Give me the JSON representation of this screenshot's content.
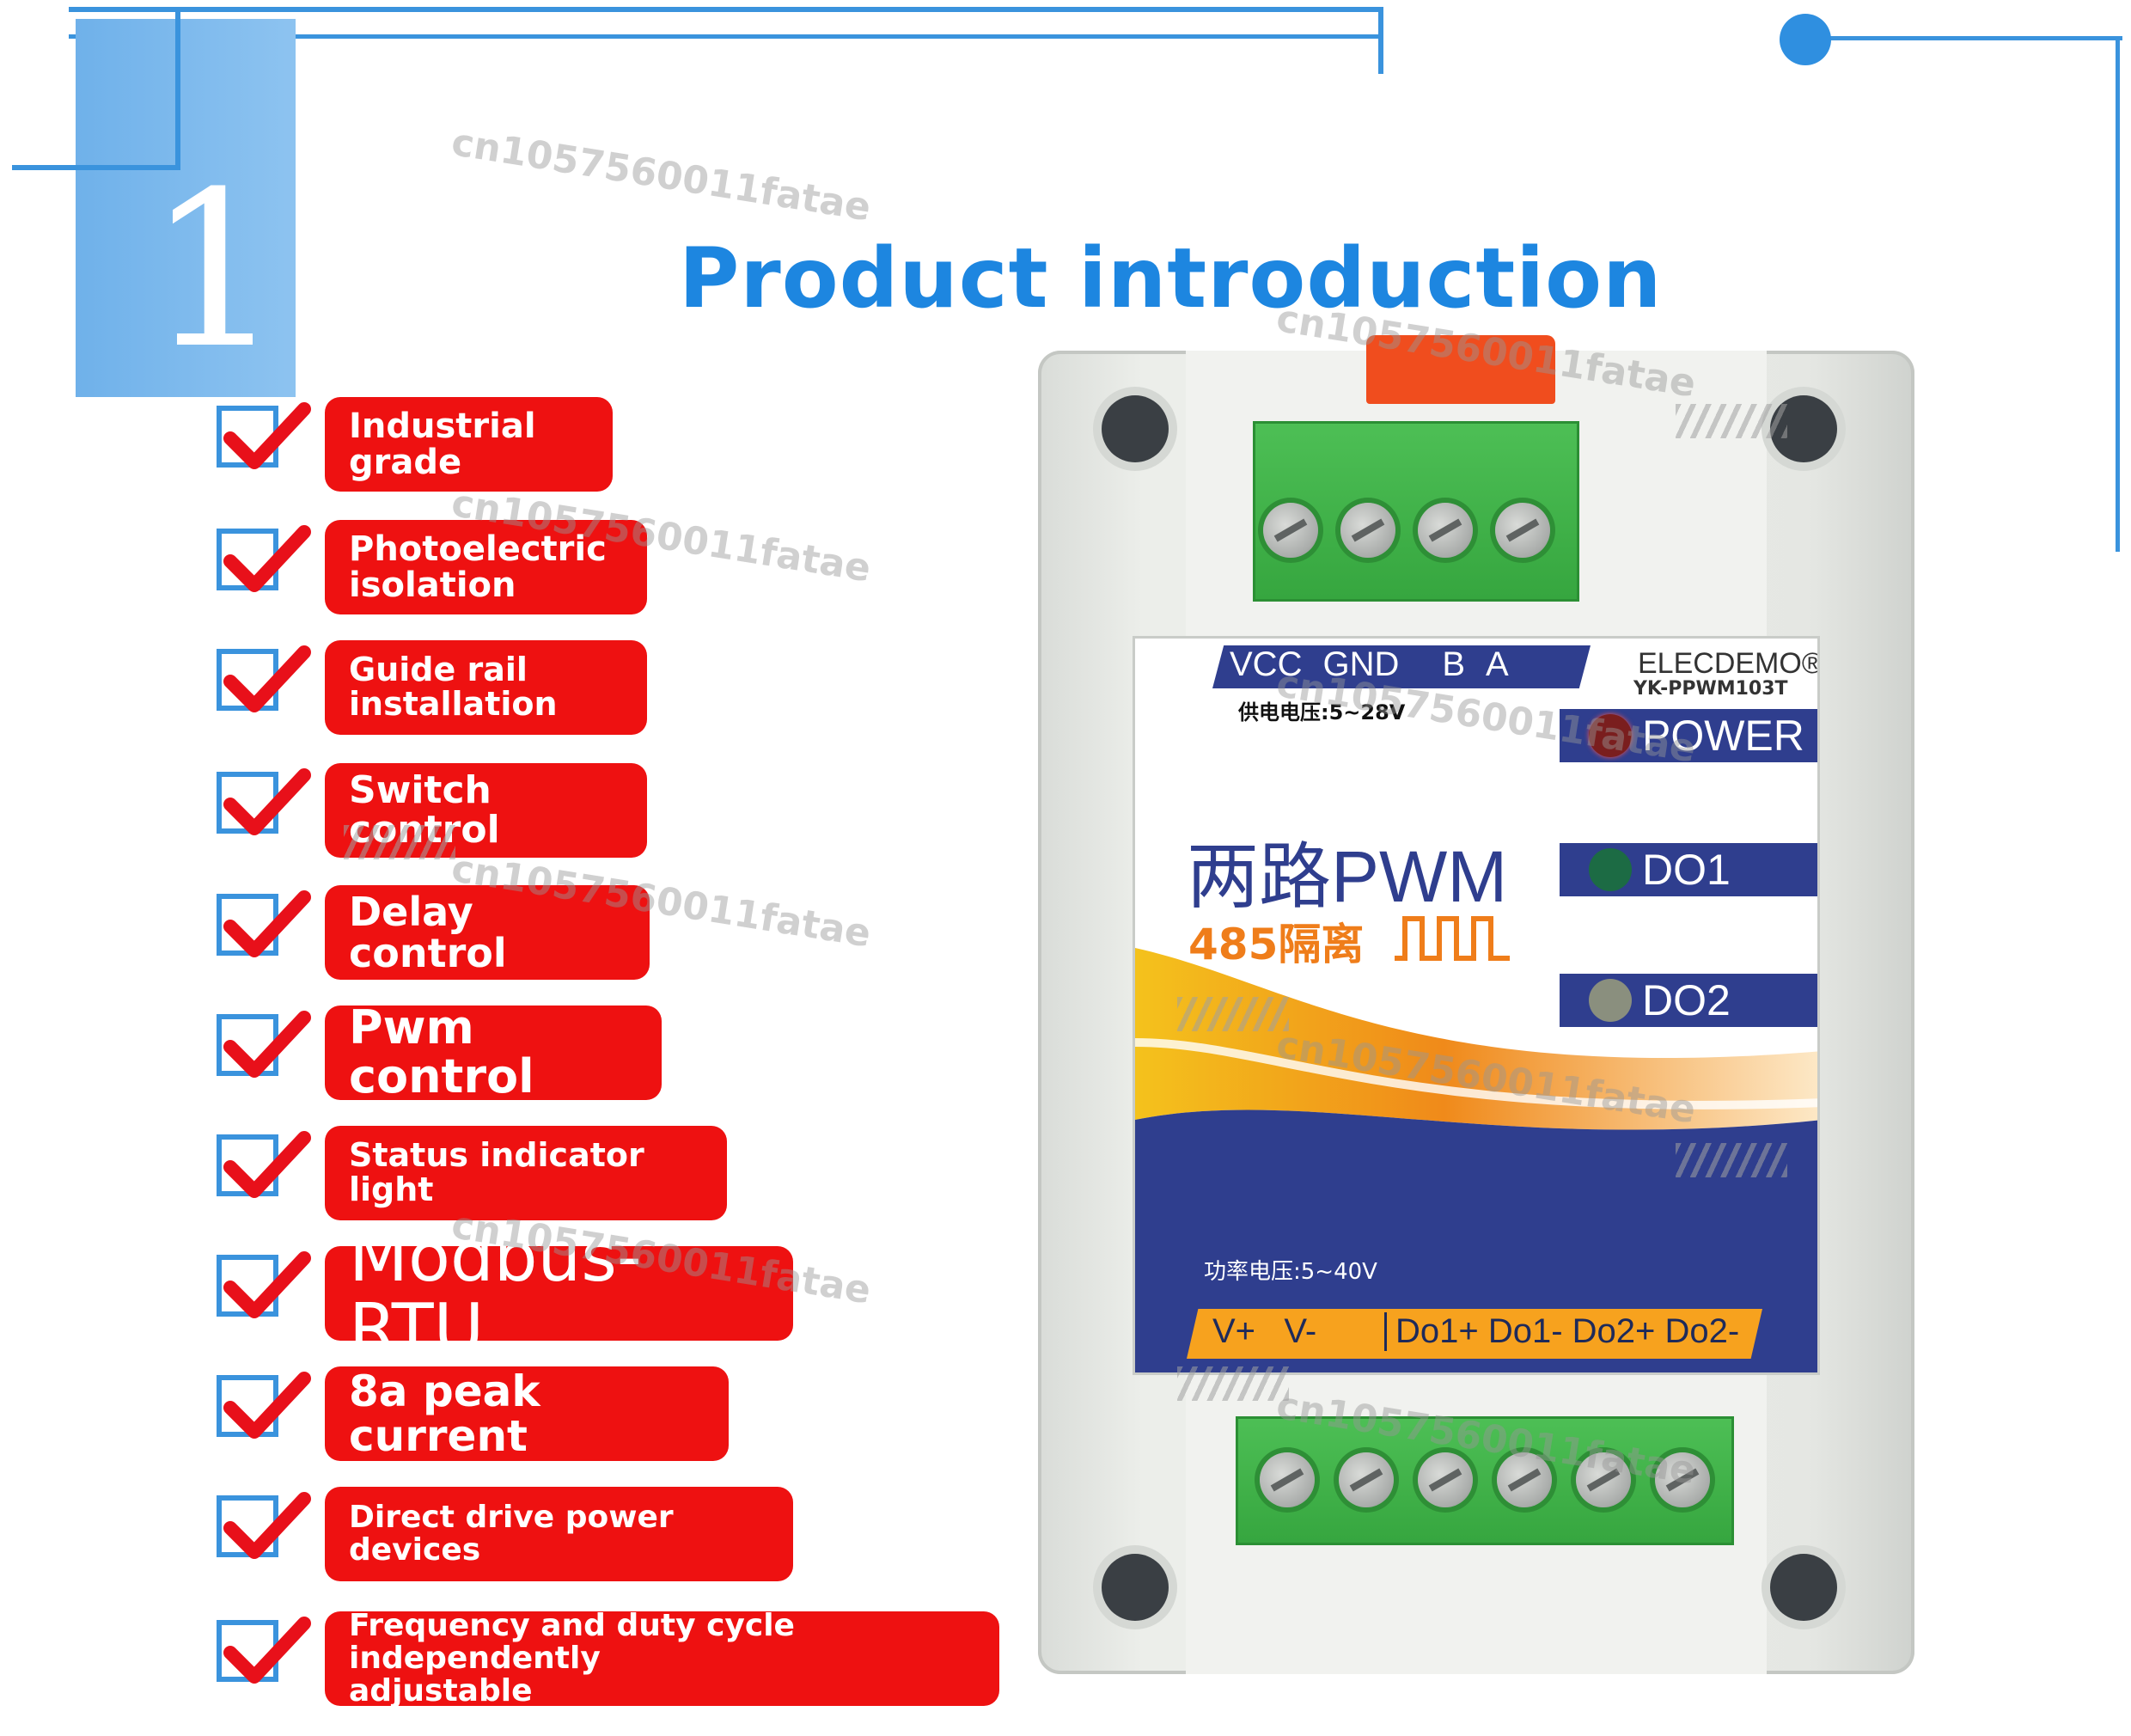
{
  "page": {
    "section_number": "1",
    "title": "Product introduction",
    "watermark_text": "cn1057560011fatae"
  },
  "features": [
    {
      "lines": [
        "Industrial",
        "grade"
      ]
    },
    {
      "lines": [
        "Photoelectric",
        "isolation"
      ]
    },
    {
      "lines": [
        "Guide rail",
        "installation"
      ]
    },
    {
      "lines": [
        "Switch control"
      ]
    },
    {
      "lines": [
        "Delay control"
      ]
    },
    {
      "lines": [
        "Pwm control"
      ]
    },
    {
      "lines": [
        "Status indicator light"
      ]
    },
    {
      "lines": [
        "Modbus-RTU"
      ]
    },
    {
      "lines": [
        "8a peak current"
      ]
    },
    {
      "lines": [
        "Direct drive power",
        "devices"
      ]
    },
    {
      "lines": [
        "Frequency and duty cycle independently",
        "adjustable"
      ]
    }
  ],
  "device": {
    "top_terminals": [
      "VCC",
      "GND",
      "B",
      "A"
    ],
    "brand": "ELECDEMO®",
    "model": "YK-PPWM103T",
    "supply_voltage": "供电电压:5~28V",
    "name_cn": "两路PWM",
    "subtitle_cn": "485隔离",
    "indicators": [
      "POWER",
      "DO1",
      "DO2"
    ],
    "power_voltage": "功率电压:5~40V",
    "bottom_terminals_left": "V+   V-",
    "bottom_terminals_right": "Do1+ Do1- Do2+ Do2-"
  },
  "colors": {
    "accent_blue": "#1d86e0",
    "pill_red": "#ee1111",
    "check_red": "#e8101a",
    "panel_blue": "#2f3e8e",
    "panel_orange": "#f7a21e"
  }
}
